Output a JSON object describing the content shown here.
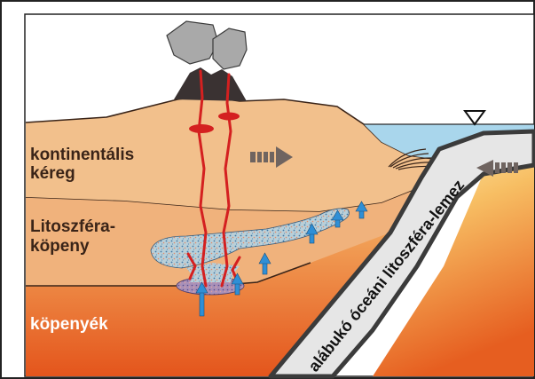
{
  "labels": {
    "continental_crust_line1": "kontinentális",
    "continental_crust_line2": "kéreg",
    "lithospheric_mantle_line1": "Litoszféra-",
    "lithospheric_mantle_line2": "köpeny",
    "asthenosphere": "köpenyék",
    "subducting_plate": "alábukó óceáni litoszféra-lemez"
  },
  "colors": {
    "sky": "#ffffff",
    "crust": "#f2c08c",
    "lithospheric_mantle": "#f0b27c",
    "asthenosphere_top": "#f39a4a",
    "asthenosphere_bottom": "#e65a1e",
    "ocean": "#a9d6ec",
    "plate_fill": "#e6e6e6",
    "plate_edge": "#3b3b3b",
    "magma": "#d42020",
    "fluid_arrow": "#2f8fd6",
    "label_dark": "#3a2418",
    "label_white": "#ffffff",
    "volcano": "#3a3232",
    "ash_cloud": "#a9a9a9",
    "motion_arrow": "#6f6460"
  },
  "icons": {
    "sea_level": "triangle-down-icon",
    "crust_motion": "striped-arrow-right-icon",
    "plate_motion": "striped-arrow-left-icon"
  }
}
